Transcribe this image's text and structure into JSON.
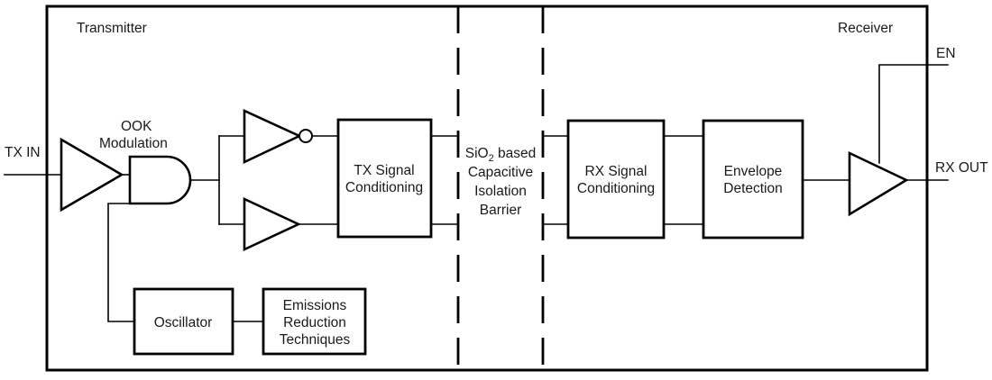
{
  "diagram": {
    "title_regions": {
      "transmitter": "Transmitter",
      "receiver": "Receiver"
    },
    "ports": {
      "tx_in": "TX IN",
      "rx_out": "RX OUT",
      "enable": "EN"
    },
    "annotations": {
      "ook_line1": "OOK",
      "ook_line2": "Modulation"
    },
    "barrier": {
      "line1_pre": "SiO",
      "line1_sub": "2",
      "line1_post": " based",
      "line2": "Capacitive",
      "line3": "Isolation",
      "line4": "Barrier"
    },
    "blocks": [
      {
        "id": "tx-signal-conditioning",
        "line1": "TX Signal",
        "line2": "Conditioning"
      },
      {
        "id": "rx-signal-conditioning",
        "line1": "RX Signal",
        "line2": "Conditioning"
      },
      {
        "id": "envelope-detection",
        "line1": "Envelope",
        "line2": "Detection"
      },
      {
        "id": "oscillator",
        "line1": "Oscillator",
        "line2": ""
      },
      {
        "id": "emissions-reduction",
        "line1": "Emissions",
        "line2": "Reduction",
        "line3": "Techniques"
      }
    ],
    "gates": {
      "input_buffer": "input-buffer-amplifier",
      "and_gate": "and-gate",
      "inverter": "inverter-gate",
      "buffer": "buffer-gate",
      "output_buffer": "output-buffer-amplifier"
    },
    "colors": {
      "stroke": "#000000",
      "fill": "#ffffff",
      "text": "#1a1a1a"
    }
  }
}
